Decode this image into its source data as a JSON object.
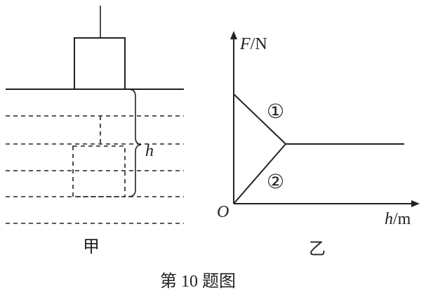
{
  "figure_a": {
    "depth_label": "h",
    "caption": "甲"
  },
  "figure_b": {
    "y_axis_var": "F",
    "y_axis_unit": "/N",
    "x_axis_var": "h",
    "x_axis_unit": "/m",
    "origin_label": "O",
    "curve_1_label": "①",
    "curve_2_label": "②",
    "caption": "乙"
  },
  "figure_caption": "第 10 题图"
}
